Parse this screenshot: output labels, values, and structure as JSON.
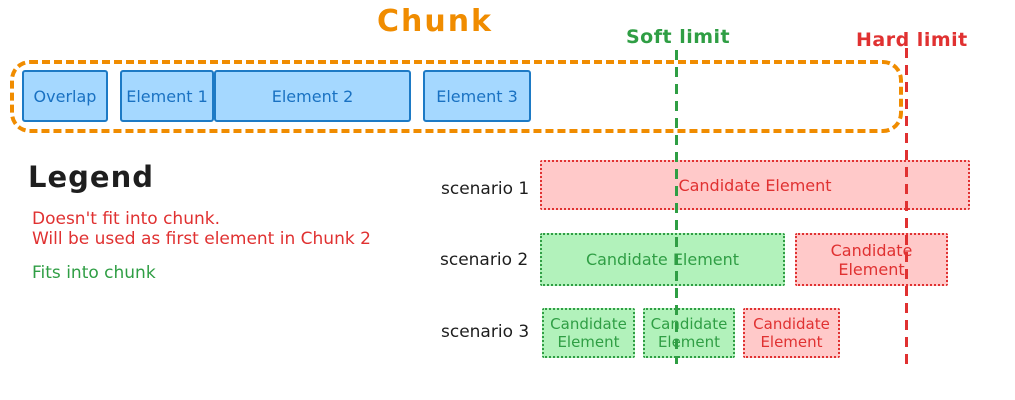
{
  "title": "Chunk",
  "limits": {
    "soft": {
      "label": "Soft limit",
      "color": "#2f9e44"
    },
    "hard": {
      "label": "Hard limit",
      "color": "#e03131"
    }
  },
  "chunk": {
    "elements": [
      {
        "label": "Overlap"
      },
      {
        "label": "Element 1"
      },
      {
        "label": "Element 2"
      },
      {
        "label": "Element 3"
      }
    ],
    "border_color": "#f08c00",
    "element_fill": "#a5d8ff",
    "element_stroke": "#1971c2"
  },
  "legend": {
    "title": "Legend",
    "doesnt_fit_line1": "Doesn't fit into chunk.",
    "doesnt_fit_line2": "Will be used as first element in Chunk 2",
    "fits": "Fits into chunk",
    "doesnt_fit_color": "#e03131",
    "fits_color": "#2f9e44"
  },
  "scenarios": [
    {
      "label": "scenario 1",
      "boxes": [
        {
          "text": "Candidate Element",
          "status": "doesnt-fit"
        }
      ]
    },
    {
      "label": "scenario 2",
      "boxes": [
        {
          "text": "Candidate Element",
          "status": "fits"
        },
        {
          "text": "Candidate Element",
          "status": "doesnt-fit"
        }
      ]
    },
    {
      "label": "scenario 3",
      "boxes": [
        {
          "text": "Candidate Element",
          "status": "fits"
        },
        {
          "text": "Candidate Element",
          "status": "fits"
        },
        {
          "text": "Candidate Element",
          "status": "doesnt-fit"
        }
      ]
    }
  ],
  "colors": {
    "orange": "#f08c00",
    "green_stroke": "#2f9e44",
    "green_fill": "#b2f2bb",
    "red_stroke": "#e03131",
    "red_fill": "#ffc9c9",
    "blue_fill": "#a5d8ff",
    "blue_stroke": "#1971c2",
    "text_dark": "#1e1e1e"
  }
}
